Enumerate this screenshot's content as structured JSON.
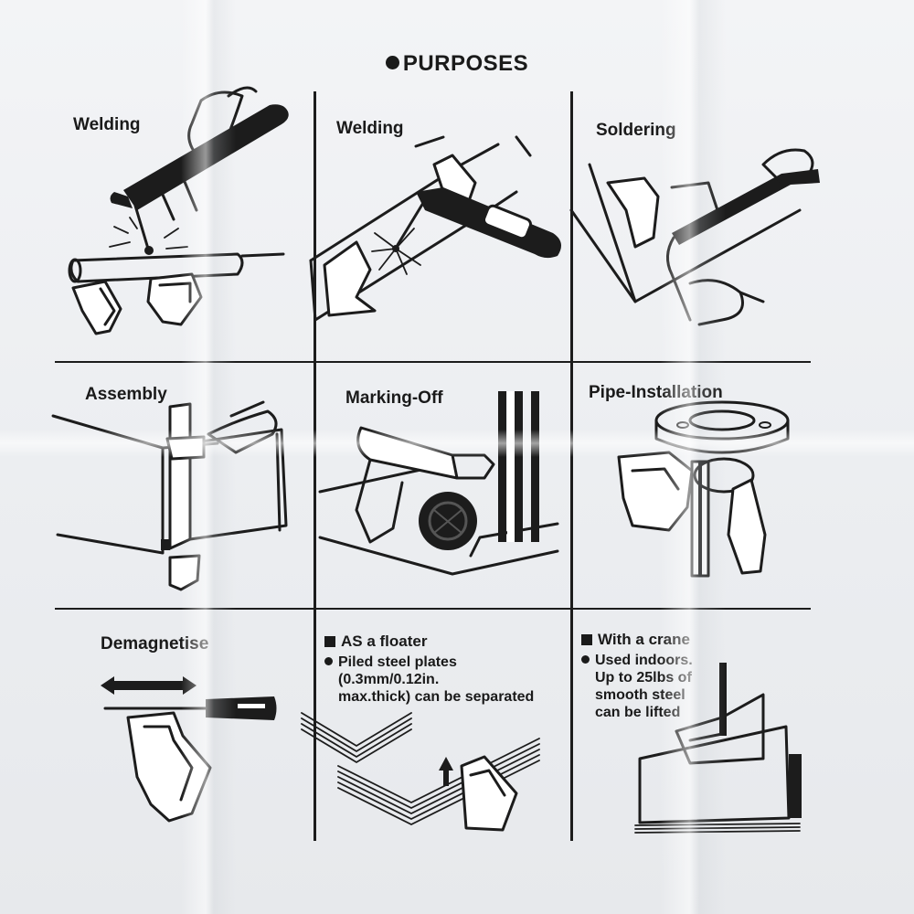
{
  "header": {
    "title": "PURPOSES"
  },
  "cells": {
    "welding_1": {
      "label": "Welding",
      "icon": "welding-torch-on-pipe-icon"
    },
    "welding_2": {
      "label": "Welding",
      "icon": "welding-corner-joint-icon"
    },
    "soldering": {
      "label": "Soldering",
      "icon": "soldering-iron-icon"
    },
    "assembly": {
      "label": "Assembly",
      "icon": "box-assembly-icon"
    },
    "marking_off": {
      "label": "Marking-Off",
      "icon": "marking-pen-icon"
    },
    "pipe_installation": {
      "label": "Pipe-Installation",
      "icon": "pipe-flange-icon"
    },
    "demagnetise": {
      "label": "Demagnetise",
      "icon": "screwdriver-icon"
    },
    "floater": {
      "heading": "AS a floater",
      "lines": [
        "Piled steel plates",
        "(0.3mm/0.12in.",
        "max.thick) can be separated"
      ],
      "icon": "stacked-plates-icon"
    },
    "crane": {
      "heading": "With a crane",
      "lines": [
        "Used indoors.",
        "Up to 25lbs of",
        "smooth steel",
        "can be lifted"
      ],
      "icon": "crane-lift-icon"
    }
  },
  "colors": {
    "ink": "#1c1c1c",
    "paper": "#eceef0"
  }
}
